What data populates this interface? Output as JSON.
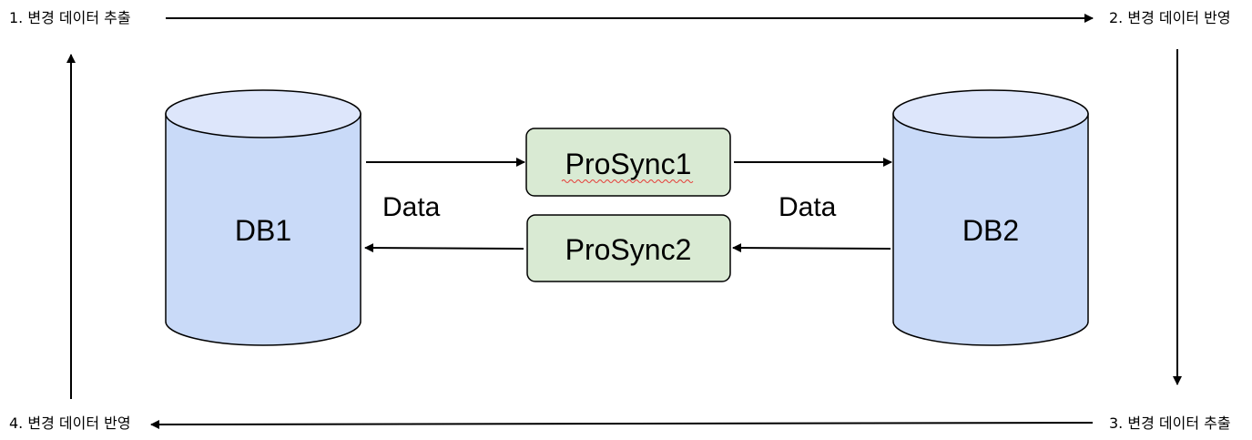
{
  "steps": {
    "extract_1": "1. 변경 데이터 추출",
    "apply_2": "2. 변경 데이터 반영",
    "extract_3": "3. 변경 데이터 추출",
    "apply_4": "4. 변경 데이터 반영"
  },
  "databases": {
    "left": "DB1",
    "right": "DB2"
  },
  "sync_processes": {
    "top": "ProSync1",
    "bottom": "ProSync2"
  },
  "data_labels": {
    "left": "Data",
    "right": "Data"
  },
  "colors": {
    "database_fill": "#c9daf8",
    "database_top": "#dde6fb",
    "sync_box_fill": "#d9ead3",
    "stroke": "#000000",
    "spellcheck_underline": "#e53935"
  }
}
